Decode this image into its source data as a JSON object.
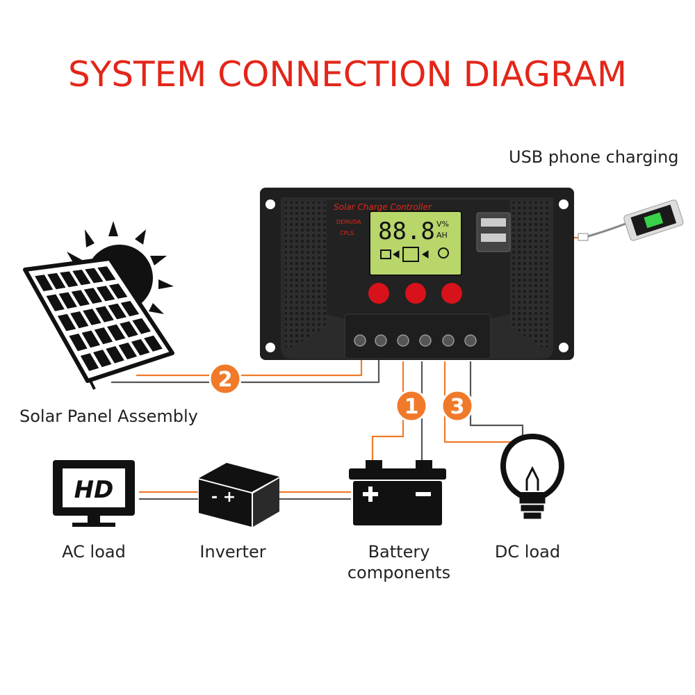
{
  "title": "SYSTEM CONNECTION DIAGRAM",
  "labels": {
    "usb": "USB phone charging",
    "solar": "Solar Panel Assembly",
    "ac_load": "AC load",
    "inverter": "Inverter",
    "battery_line1": "Battery",
    "battery_line2": "components",
    "dc_load": "DC load"
  },
  "controller": {
    "name": "Solar Charge Controller",
    "brand": "DEMUDA",
    "badge": "CPLS",
    "lcd_value": "88.8",
    "lcd_unit_top": "V%",
    "lcd_unit_bottom": "AH"
  },
  "device_labels": {
    "tv": "HD"
  },
  "steps": {
    "solar": "2",
    "battery": "1",
    "load": "3"
  },
  "colors": {
    "title": "#e32619",
    "wire_orange": "#f07a2a",
    "wire_gray": "#555555",
    "badge": "#f07a2a",
    "button_red": "#d8121a",
    "lcd": "#b8d66a"
  }
}
